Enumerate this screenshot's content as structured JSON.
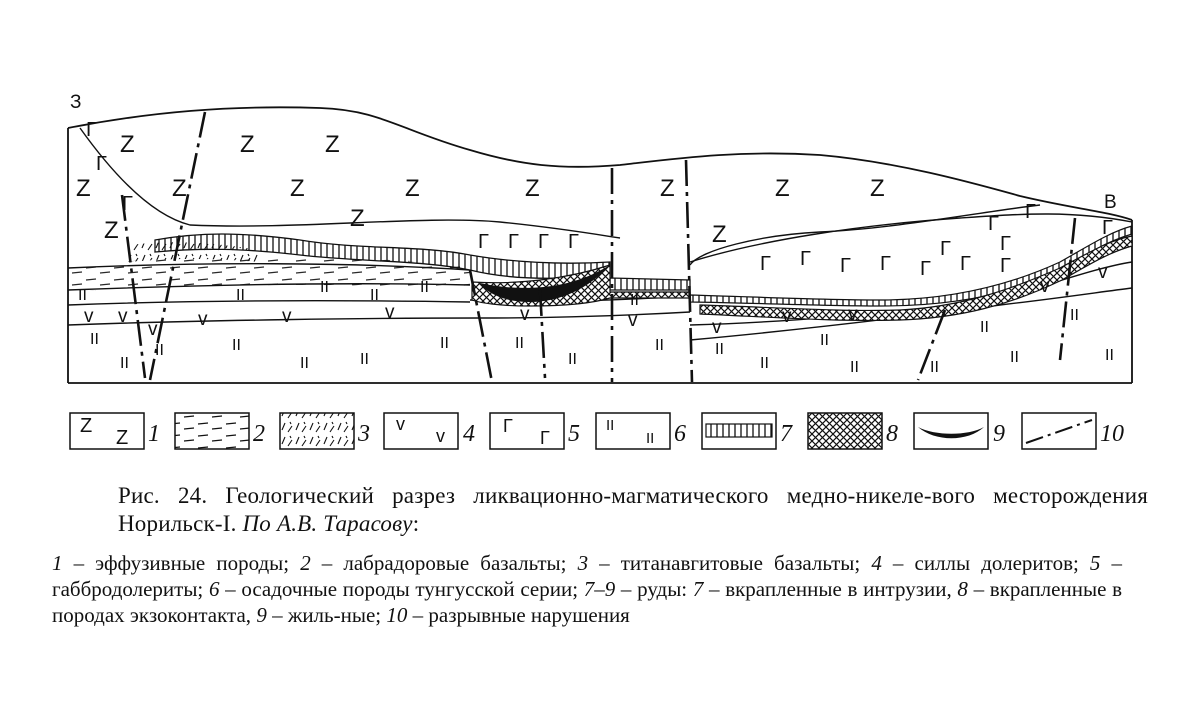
{
  "section": {
    "west_label": "З",
    "east_label": "В",
    "sym_z": "Z",
    "sym_g": "Г",
    "sym_v": "v",
    "sym_ii": "II"
  },
  "legend": [
    {
      "num": "1",
      "symbol": "Z"
    },
    {
      "num": "2",
      "symbol": ""
    },
    {
      "num": "3",
      "symbol": ""
    },
    {
      "num": "4",
      "symbol": "v"
    },
    {
      "num": "5",
      "symbol": "Г"
    },
    {
      "num": "6",
      "symbol": "II"
    },
    {
      "num": "7",
      "symbol": ""
    },
    {
      "num": "8",
      "symbol": ""
    },
    {
      "num": "9",
      "symbol": ""
    },
    {
      "num": "10",
      "symbol": ""
    }
  ],
  "caption": {
    "title_main": "Рис. 24. Геологический разрез ликвационно-магматического медно-никеле-вого месторождения Норильск-I.",
    "title_author": "По А.В. Тарасову",
    "title_end": ":",
    "legend_text": [
      {
        "n": "1",
        "t": " – эффузивные породы; "
      },
      {
        "n": "2",
        "t": " – лабрадоровые базальты; "
      },
      {
        "n": "3",
        "t": " – титанавгитовые базальты; "
      },
      {
        "n": "4",
        "t": " – силлы долеритов; "
      },
      {
        "n": "5",
        "t": " – габбродолериты; "
      },
      {
        "n": "6",
        "t": " – осадочные породы тунгусской серии; "
      },
      {
        "n": "7–9",
        "t": " – руды: "
      },
      {
        "n": "7",
        "t": " – вкрапленные в интрузии, "
      },
      {
        "n": "8",
        "t": " – вкрапленные в породах экзоконтакта, "
      },
      {
        "n": "9",
        "t": " – жиль-ные; "
      },
      {
        "n": "10",
        "t": " – разрывные нарушения"
      }
    ]
  }
}
